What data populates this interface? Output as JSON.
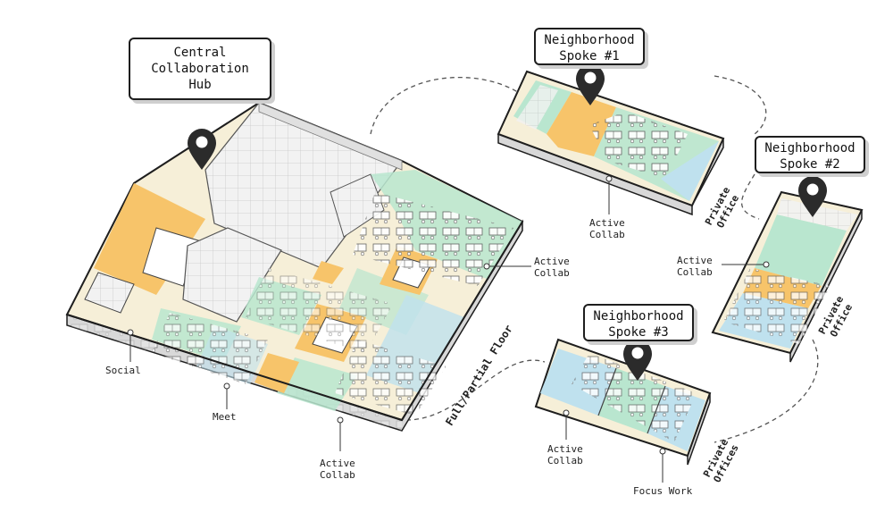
{
  "callouts": {
    "central_hub": [
      "Central",
      "Collaboration",
      "Hub"
    ],
    "spoke1": [
      "Neighborhood",
      "Spoke #1"
    ],
    "spoke2": [
      "Neighborhood",
      "Spoke #2"
    ],
    "spoke3": [
      "Neighborhood",
      "Spoke #3"
    ]
  },
  "zone_labels": {
    "social": "Social",
    "meet": "Meet",
    "active_collab_bottom": [
      "Active",
      "Collab"
    ],
    "active_collab_main": [
      "Active",
      "Collab"
    ],
    "active_collab_s1": [
      "Active",
      "Collab"
    ],
    "active_collab_s2": [
      "Active",
      "Collab"
    ],
    "active_collab_s3": [
      "Active",
      "Collab"
    ],
    "focus_work": "Focus Work",
    "full_partial_floor": "Full/Partial Floor",
    "private_office_s1": [
      "Private",
      "Office"
    ],
    "private_office_s2": [
      "Private",
      "Office"
    ],
    "private_offices_s3": [
      "Private",
      "Offices"
    ]
  },
  "colors": {
    "collab_green": "#b9e6cf",
    "meet_yellow": "#f7c46a",
    "focus_blue": "#bfe1ee",
    "circulation": "#f6efd8",
    "core_gray": "#ededed",
    "outline": "#1e1e1e",
    "pin": "#2b2b2b"
  },
  "icons": [
    "location-pin-icon"
  ]
}
